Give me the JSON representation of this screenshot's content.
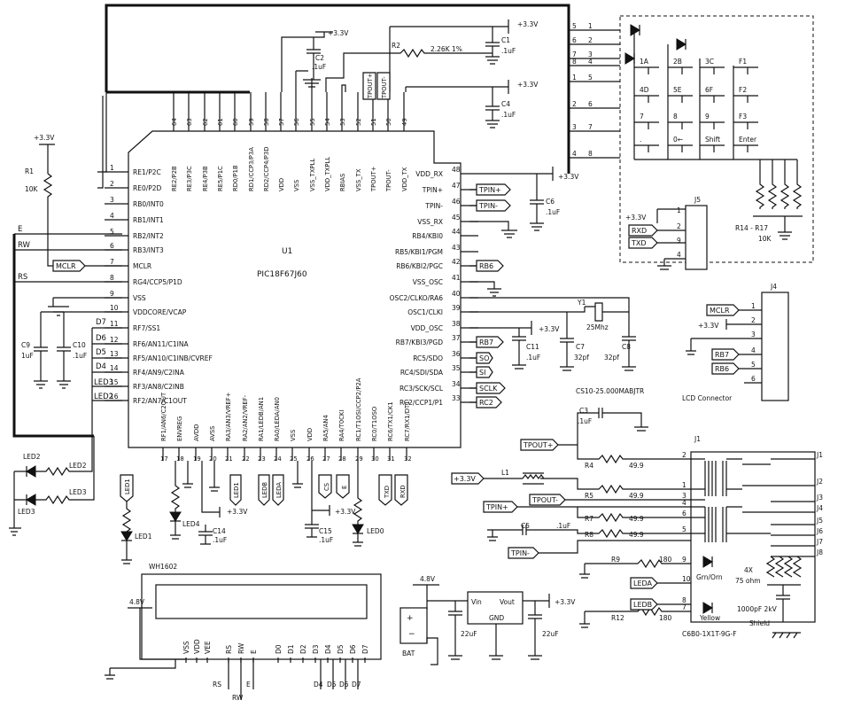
{
  "power": {
    "v33": "+3.3V",
    "v48": "4.8V"
  },
  "u1": {
    "ref": "U1",
    "part": "PIC18F67J60",
    "left_pins": [
      {
        "num": "1",
        "name": "RE1/P2C"
      },
      {
        "num": "2",
        "name": "RE0/P2D"
      },
      {
        "num": "3",
        "name": "RB0/INT0"
      },
      {
        "num": "4",
        "name": "RB1/INT1"
      },
      {
        "num": "5",
        "name": "RB2/INT2"
      },
      {
        "num": "6",
        "name": "RB3/INT3"
      },
      {
        "num": "7",
        "name": "MCLR"
      },
      {
        "num": "8",
        "name": "RG4/CCP5/P1D"
      },
      {
        "num": "9",
        "name": "VSS"
      },
      {
        "num": "10",
        "name": "VDDCORE/VCAP"
      },
      {
        "num": "11",
        "name": "RF7/SS1"
      },
      {
        "num": "12",
        "name": "RF6/AN11/C1INA"
      },
      {
        "num": "13",
        "name": "RF5/AN10/C1INB/CVREF"
      },
      {
        "num": "14",
        "name": "RF4/AN9/C2INA"
      },
      {
        "num": "15",
        "name": "RF3/AN8/C2INB"
      },
      {
        "num": "16",
        "name": "RF2/AN7/C1OUT"
      }
    ],
    "right_pins": [
      {
        "num": "48",
        "name": "VDD_RX"
      },
      {
        "num": "47",
        "name": "TPIN+"
      },
      {
        "num": "46",
        "name": "TPIN-"
      },
      {
        "num": "45",
        "name": "VSS_RX"
      },
      {
        "num": "44",
        "name": "RB4/KBI0"
      },
      {
        "num": "43",
        "name": "RB5/KBI1/PGM"
      },
      {
        "num": "42",
        "name": "RB6/KBI2/PGC"
      },
      {
        "num": "41",
        "name": "VSS_OSC"
      },
      {
        "num": "40",
        "name": "OSC2/CLKO/RA6"
      },
      {
        "num": "39",
        "name": "OSC1/CLKI"
      },
      {
        "num": "38",
        "name": "VDD_OSC"
      },
      {
        "num": "37",
        "name": "RB7/KBI3/PGD"
      },
      {
        "num": "36",
        "name": "RC5/SDO"
      },
      {
        "num": "35",
        "name": "RC4/SDI/SDA"
      },
      {
        "num": "34",
        "name": "RC3/SCK/SCL"
      },
      {
        "num": "33",
        "name": "RC2/CCP1/P1"
      }
    ],
    "top_pins": [
      {
        "num": "64",
        "name": "RE2/P2B"
      },
      {
        "num": "63",
        "name": "RE3/P3C"
      },
      {
        "num": "62",
        "name": "RE4/P3B"
      },
      {
        "num": "61",
        "name": "RE5/P1C"
      },
      {
        "num": "60",
        "name": "RD0/P1B"
      },
      {
        "num": "59",
        "name": "RD1/CCP3/P3A"
      },
      {
        "num": "58",
        "name": "RD2/CCP4/P3D"
      },
      {
        "num": "57",
        "name": "VDD"
      },
      {
        "num": "56",
        "name": "VSS"
      },
      {
        "num": "55",
        "name": "VSS_TXPLL"
      },
      {
        "num": "54",
        "name": "VDD_TXPLL"
      },
      {
        "num": "53",
        "name": "RBIAS"
      },
      {
        "num": "52",
        "name": "VSS_TX"
      },
      {
        "num": "51",
        "name": "TPOUT+"
      },
      {
        "num": "50",
        "name": "TPOUT-"
      },
      {
        "num": "49",
        "name": "VDD_TX"
      }
    ],
    "bottom_pins": [
      {
        "num": "17",
        "name": "RF1/AN6/C2OUT"
      },
      {
        "num": "18",
        "name": "ENVREG"
      },
      {
        "num": "19",
        "name": "AVDD"
      },
      {
        "num": "20",
        "name": "AVSS"
      },
      {
        "num": "21",
        "name": "RA3/AN3/VREF+"
      },
      {
        "num": "22",
        "name": "RA2/AN2/VREF-"
      },
      {
        "num": "23",
        "name": "RA1/LEDB/AN1"
      },
      {
        "num": "24",
        "name": "RA0/LEDA/AN0"
      },
      {
        "num": "25",
        "name": "VSS"
      },
      {
        "num": "26",
        "name": "VDD"
      },
      {
        "num": "27",
        "name": "RA5/AN4"
      },
      {
        "num": "28",
        "name": "RA4/T0CKI"
      },
      {
        "num": "29",
        "name": "RC1/T1OSI/CCP2/P2A"
      },
      {
        "num": "30",
        "name": "RC0/T1OSO"
      },
      {
        "num": "31",
        "name": "RC6/TX1/CK1"
      },
      {
        "num": "32",
        "name": "RC7/RX1/DT1"
      }
    ]
  },
  "left_nets": {
    "e": "E",
    "rw": "RW",
    "rs": "RS",
    "d7": "D7",
    "d6": "D6",
    "d5": "D5",
    "d4": "D4",
    "led3": "LED3",
    "led2": "LED2"
  },
  "tags": {
    "mclr": "MCLR",
    "tpin_p": "TPIN+",
    "tpin_n": "TPIN-",
    "rb6": "RB6",
    "rb7": "RB7",
    "so": "SO",
    "si": "SI",
    "sclk": "SCLK",
    "rc2": "RC2",
    "tpout_p": "TPOUT+",
    "tpout_n": "TPOUT-",
    "led1": "LED1",
    "led0": "LED0",
    "ledb": "LEDB",
    "leda": "LEDA",
    "cs": "CS",
    "e": "E",
    "txd": "TXD",
    "rxd": "RXD",
    "leda2": "LEDA",
    "ledb2": "LEDB",
    "rxd2": "RXD",
    "txd2": "TXD",
    "mclr2": "MCLR",
    "rb7b": "RB7",
    "rb6b": "RB6",
    "tpin_p2": "TPIN+",
    "tpin_n2": "TPIN-",
    "tpout_p2": "TPOUT+",
    "tpout_n2": "TPOUT-"
  },
  "components": {
    "r1": "R1",
    "r1v": "10K",
    "c9": "C9",
    "c9v": "1uF",
    "c10": "C10",
    "c10v": ".1uF",
    "c1": "C1",
    "c1v": ".1uF",
    "c2": "C2",
    "c2v": ".1uF",
    "c4": "C4",
    "c4v": ".1uF",
    "r2": "R2",
    "r2v": "2.26K 1%",
    "c6": "C6",
    "c6v": ".1uF",
    "c11": "C11",
    "c11v": ".1uF",
    "c7": "C7",
    "c7v": "32pf",
    "c8": "C8",
    "c8v": "32pf",
    "y1": "Y1",
    "y1v": "25Mhz",
    "xtal_part": "CS10-25.000MABJTR",
    "c14": "C14",
    "c14v": ".1uF",
    "c15": "C15",
    "c15v": ".1uF",
    "led4": "LED4",
    "led1": "LED1",
    "led0": "LED0",
    "led2": "LED2",
    "led3": "LED3",
    "c3": "C3",
    "c3v": ".1uF",
    "c5": "C5",
    "c5v": ".1uF",
    "r4": "R4",
    "r5": "R5",
    "r7": "R7",
    "r8": "R8",
    "r49": "49.9",
    "l1": "L1",
    "r9": "R9",
    "r12": "R12",
    "r180": "180",
    "j1": "J1",
    "j1_part": "C6B0-1X1T-9G-F",
    "grn": "Grn/Orn",
    "yel": "Yellow",
    "ohm75": "75 ohm",
    "cap1000": "1000pF 2kV",
    "shield": "Shield",
    "res4x": "4X",
    "j1pins": [
      "J1",
      "J2",
      "J3",
      "J4",
      "J5",
      "J6",
      "J7",
      "J8"
    ],
    "wh1602": "WH1602",
    "lcd_pins": [
      "VSS",
      "VDD",
      "VEE",
      "RS",
      "RW",
      "E",
      "D0",
      "D1",
      "D2",
      "D3",
      "D4",
      "D5",
      "D6",
      "D7"
    ],
    "bat": "BAT",
    "reg_vin": "Vin",
    "reg_vout": "Vout",
    "reg_gnd": "GND",
    "c22a": "22uF",
    "c22b": "22uF",
    "j5": "J5",
    "j4": "J4",
    "lcd_conn": "LCD Connector",
    "r14": "R14 - R17",
    "r14v": "10K"
  },
  "keypad": {
    "keys": [
      "1A",
      "2B",
      "3C",
      "F1",
      "4D",
      "5E",
      "6F",
      "F2",
      "7",
      "8",
      "9",
      "F3",
      ".",
      "0←",
      "Shift",
      "Enter"
    ],
    "left_nums": [
      "5",
      "6",
      "7",
      "8",
      "1",
      "2",
      "3",
      "4"
    ],
    "conn_nums": [
      "1",
      "2",
      "3",
      "4",
      "5",
      "6",
      "7",
      "8"
    ]
  },
  "bottom_nets": {
    "rs": "RS",
    "rw": "RW",
    "e": "E",
    "d4": "D4",
    "d5": "D5",
    "d6": "D6",
    "d7": "D7"
  }
}
